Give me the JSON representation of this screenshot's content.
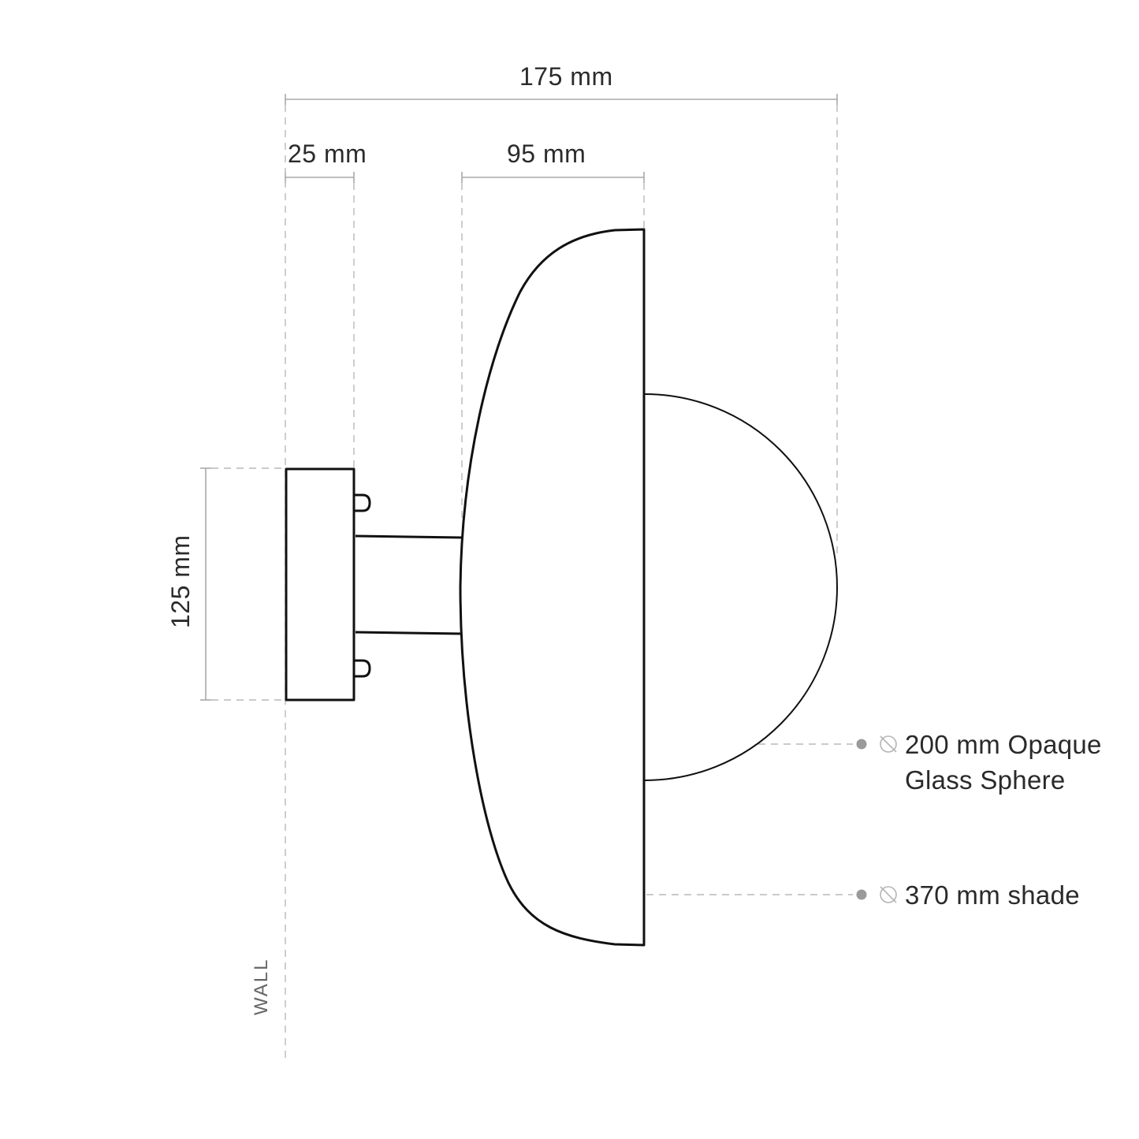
{
  "dimensions": {
    "overall_depth": "175 mm",
    "backplate_depth": "25 mm",
    "shade_depth": "95 mm",
    "backplate_height": "125 mm"
  },
  "wall_label": "WALL",
  "callouts": {
    "sphere": {
      "symbol": "diameter-icon",
      "line1": "200 mm Opaque",
      "line2": "Glass Sphere"
    },
    "shade": {
      "symbol": "diameter-icon",
      "line1": "370 mm shade"
    }
  },
  "colors": {
    "outline": "#111111",
    "dimension_line": "#a8a8a8",
    "callout_dot": "#9a9a9a"
  }
}
